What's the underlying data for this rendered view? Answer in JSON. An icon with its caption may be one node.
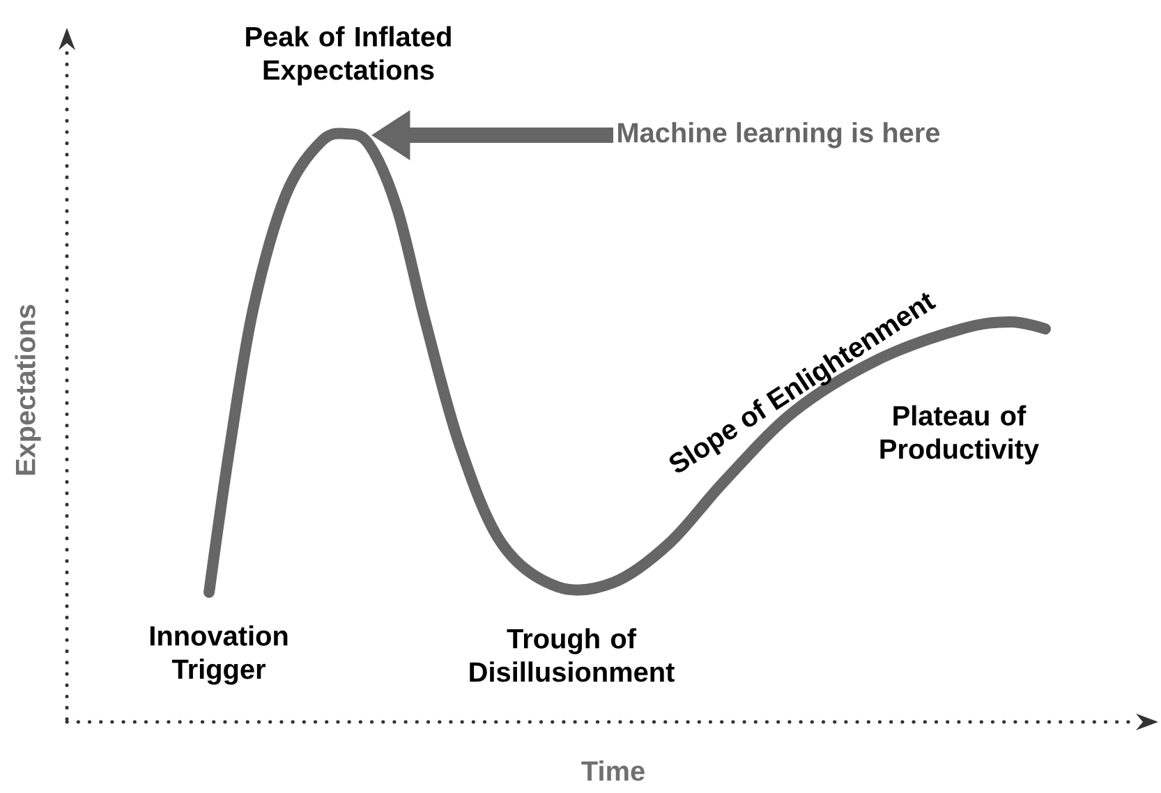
{
  "diagram": {
    "nodes": [
      {
        "text": [
          "Machine learning is here"
        ]
      },
      {
        "text": [],
        "shape": "curve"
      }
    ],
    "edges": [
      {
        "from": 0,
        "to": 1,
        "arrow": "to"
      }
    ],
    "labels": [
      "Peak of Inflated Expectations",
      "Expectations",
      "Slope of Enlightenment",
      "Plateau of Productivity",
      "Innovation Trigger",
      "Trough of Disillusionment",
      "Time"
    ]
  }
}
